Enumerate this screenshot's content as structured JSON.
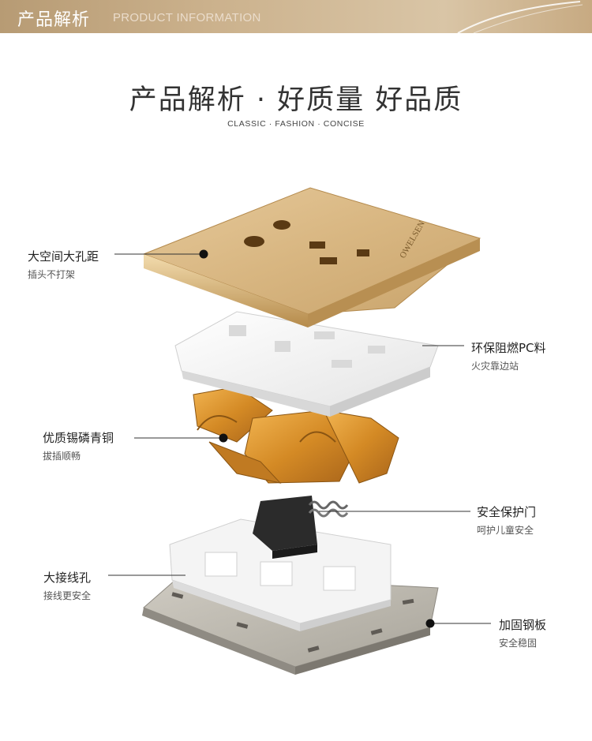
{
  "banner": {
    "title": "产品解析",
    "subtitle": "PRODUCT INFORMATION"
  },
  "headline": {
    "title": "产品解析 · 好质量 好品质",
    "tagline": "CLASSIC · FASHION · CONCISE"
  },
  "product": {
    "brand_mark": "OWELSEN"
  },
  "callouts": [
    {
      "title": "大空间大孔距",
      "subtitle": "插头不打架"
    },
    {
      "title": "环保阻燃PC料",
      "subtitle": "火灾靠边站"
    },
    {
      "title": "优质锡磷青铜",
      "subtitle": "拔插顺畅"
    },
    {
      "title": "安全保护门",
      "subtitle": "呵护儿童安全"
    },
    {
      "title": "大接线孔",
      "subtitle": "接线更安全"
    },
    {
      "title": "加固钢板",
      "subtitle": "安全稳固"
    }
  ],
  "colors": {
    "banner": "#c2a67e",
    "panel_gold": "#d9b883",
    "copper": "#d9962e",
    "steel": "#b8b4aa"
  }
}
